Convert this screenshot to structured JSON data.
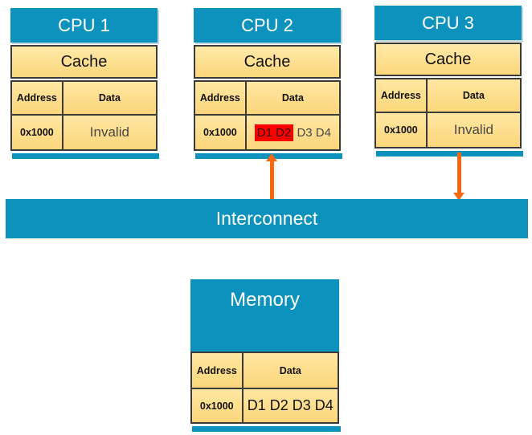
{
  "colors": {
    "blue": "#0d92bd",
    "orange": "#f8680f",
    "highlight_red": "#ff0000",
    "cell_yellow_top": "#ffe7a2",
    "cell_yellow_bottom": "#fcd67b",
    "muted_text": "#474747"
  },
  "cpus": [
    {
      "title": "CPU 1",
      "cache_label": "Cache",
      "col_address": "Address",
      "col_data": "Data",
      "row_address": "0x1000",
      "row_data": "Invalid"
    },
    {
      "title": "CPU 2",
      "cache_label": "Cache",
      "col_address": "Address",
      "col_data": "Data",
      "row_address": "0x1000",
      "row_data_highlight": "D1 D2",
      "row_data_rest": " D3 D4"
    },
    {
      "title": "CPU 3",
      "cache_label": "Cache",
      "col_address": "Address",
      "col_data": "Data",
      "row_address": "0x1000",
      "row_data": "Invalid"
    }
  ],
  "interconnect": {
    "label": "Interconnect"
  },
  "memory": {
    "title": "Memory",
    "col_address": "Address",
    "col_data": "Data",
    "row_address": "0x1000",
    "row_data": "D1 D2 D3 D4"
  }
}
